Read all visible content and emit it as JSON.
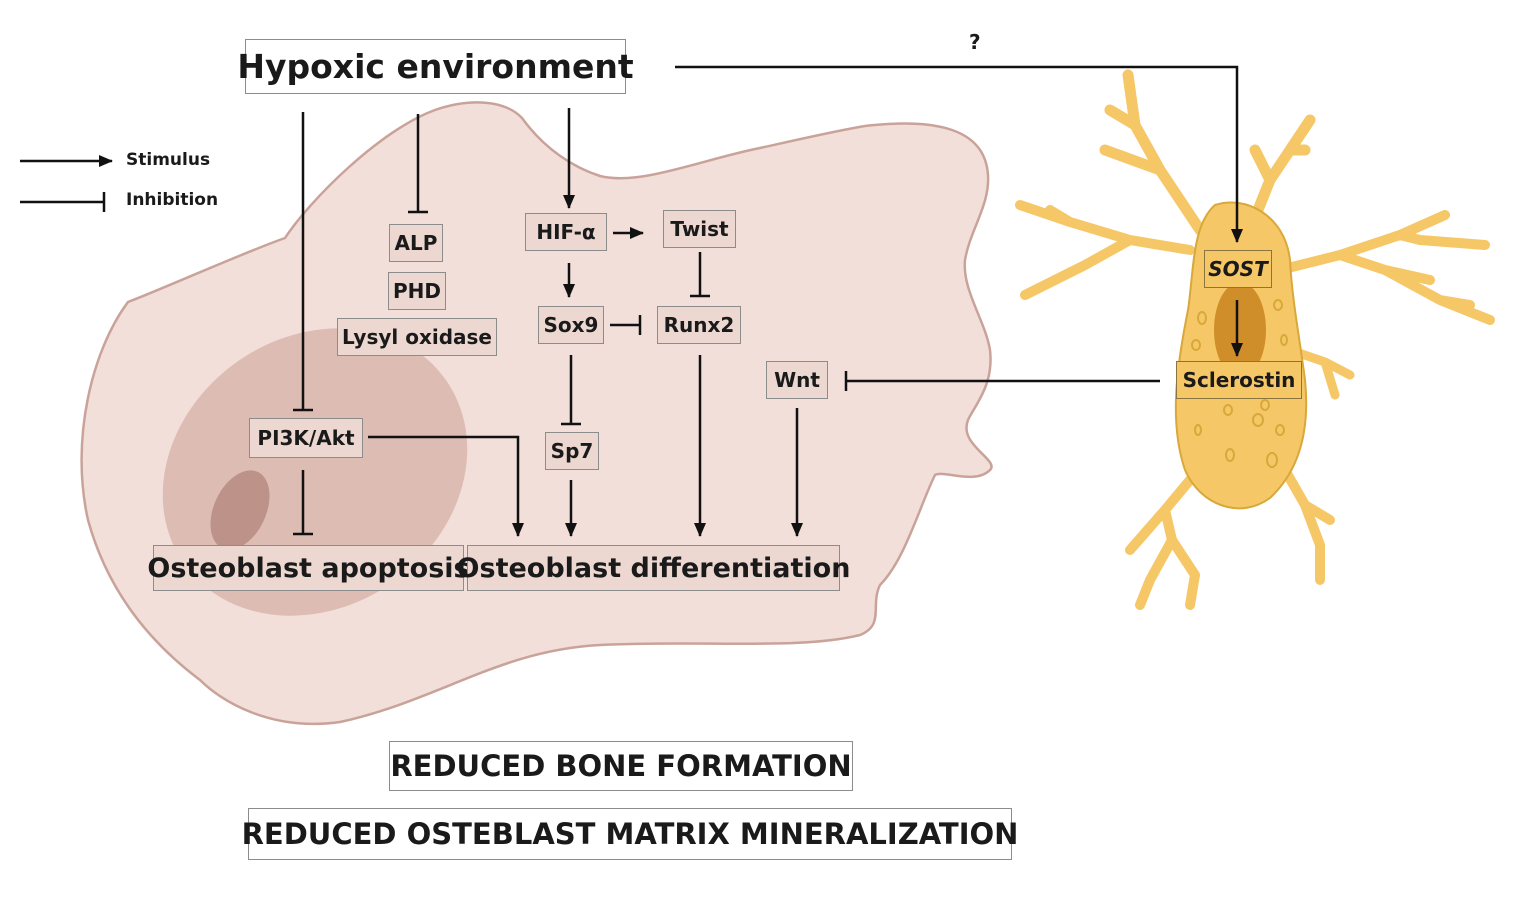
{
  "top": {
    "hypoxic": "Hypoxic environment",
    "question": "?"
  },
  "legend": {
    "stimulus": "Stimulus",
    "inhibition": "Inhibition"
  },
  "nodes": {
    "alp": "ALP",
    "phd": "PHD",
    "lysyl": "Lysyl oxidase",
    "hif": "HIF-α",
    "twist": "Twist",
    "sox9": "Sox9",
    "runx2": "Runx2",
    "wnt": "Wnt",
    "pi3k": "PI3K/Akt",
    "sp7": "Sp7",
    "sost": "SOST",
    "sclerostin": "Sclerostin"
  },
  "outcomes": {
    "apoptosis": "Osteoblast apoptosis",
    "differentiation": "Osteoblast differentiation"
  },
  "results": {
    "bone": "REDUCED BONE FORMATION",
    "matrix": "REDUCED OSTEBLAST MATRIX MINERALIZATION"
  },
  "colors": {
    "osteoblast_cell": "#f3dfda",
    "osteoblast_outline": "#c9a39a",
    "nucleus_outer": "#ddbcb4",
    "nucleus_inner": "#bd9289",
    "osteocyte": "#f6c766",
    "osteocyte_outline": "#d9a83a",
    "osteocyte_nucleus": "#c98421",
    "arrow": "#111111"
  }
}
